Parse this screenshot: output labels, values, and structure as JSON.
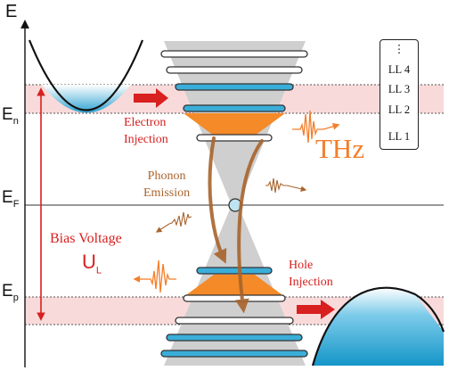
{
  "axis": {
    "energy": "E",
    "e_n_main": "E",
    "e_n_sub": "n",
    "e_f_main": "E",
    "e_f_sub": "F",
    "e_p_main": "E",
    "e_p_sub": "p"
  },
  "labels": {
    "electron_injection_line1": "Electron",
    "electron_injection_line2": "Injection",
    "phonon_emission_line1": "Phonon",
    "phonon_emission_line2": "Emission",
    "thz": "THz",
    "bias_voltage": "Bias Voltage",
    "u_main": "U",
    "u_sub": "L",
    "hole_injection_line1": "Hole",
    "hole_injection_line2": "Injection"
  },
  "landau_levels": [
    "⋮",
    "LL 4",
    "LL 3",
    "LL 2",
    "LL 1"
  ],
  "colors": {
    "electron_arrow": "#d7201f",
    "thz_text": "#f47e2a",
    "wave_color": "#a8642c",
    "band_fill": "#3aaed8",
    "pink_band": "#f8d8d8",
    "orange_fill": "#f48a28",
    "cone_gray": "#cfcfcf"
  }
}
